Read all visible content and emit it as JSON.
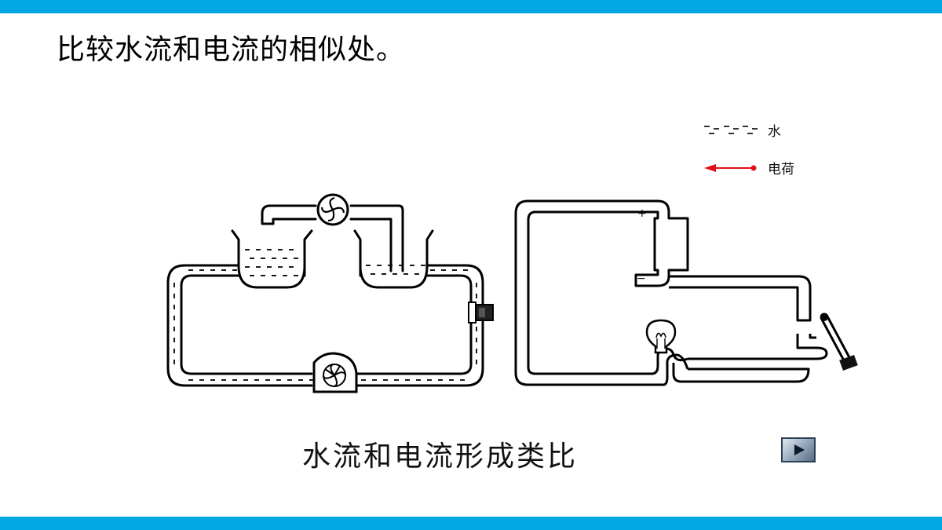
{
  "slide": {
    "title": "比较水流和电流的相似处。",
    "caption": "水流和电流形成类比"
  },
  "legend": {
    "water_label": "水",
    "charge_label": "电荷"
  },
  "battery": {
    "plus": "+",
    "minus": "−"
  },
  "colors": {
    "accent_bar": "#00a9e4",
    "charge_arrow": "#e0101a",
    "line": "#000000"
  },
  "icons": {
    "play": "play-icon",
    "turbine": "turbine-icon",
    "pump": "pump-icon",
    "valve": "valve-icon",
    "bulb": "lightbulb-icon",
    "switch": "switch-icon"
  }
}
